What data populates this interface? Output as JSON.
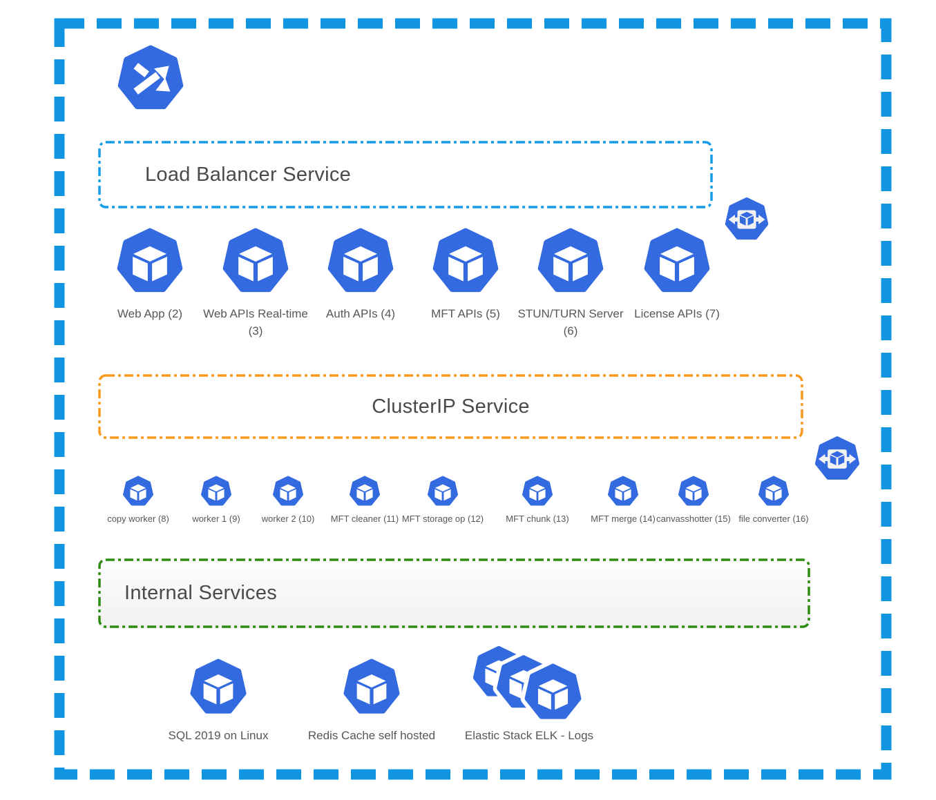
{
  "colors": {
    "pod_blue": "#336ADF",
    "outer_border": "#1295E0",
    "load_balancer_border": "#149CE9",
    "clusterip_border": "#F79A1D",
    "internal_border": "#2E8B12",
    "title_text": "#4A4A4A",
    "label_text": "#575757"
  },
  "icons": {
    "logo": "kubernetes-service-shuffle-icon",
    "pod": "kubernetes-pod-icon",
    "service": "kubernetes-service-icon"
  },
  "sections": {
    "load_balancer": {
      "title": "Load Balancer Service",
      "pods": [
        {
          "label": "Web App (2)"
        },
        {
          "label": "Web APIs Real-time (3)"
        },
        {
          "label": "Auth APIs (4)"
        },
        {
          "label": "MFT APIs (5)"
        },
        {
          "label": "STUN/TURN Server (6)"
        },
        {
          "label": "License APIs (7)"
        }
      ]
    },
    "clusterip": {
      "title": "ClusterIP Service",
      "pods": [
        {
          "label": "copy worker (8)"
        },
        {
          "label": "worker 1 (9)"
        },
        {
          "label": "worker 2 (10)"
        },
        {
          "label": "MFT cleaner (11)"
        },
        {
          "label": "MFT storage op (12)"
        },
        {
          "label": "MFT chunk (13)"
        },
        {
          "label": "MFT merge (14)"
        },
        {
          "label": "canvasshotter (15)"
        },
        {
          "label": "file converter (16)"
        }
      ]
    },
    "internal": {
      "title": "Internal Services",
      "pods": [
        {
          "label": "SQL 2019 on Linux"
        },
        {
          "label": "Redis Cache self hosted"
        },
        {
          "label": "Elastic Stack ELK - Logs",
          "stacked": true
        }
      ]
    }
  }
}
